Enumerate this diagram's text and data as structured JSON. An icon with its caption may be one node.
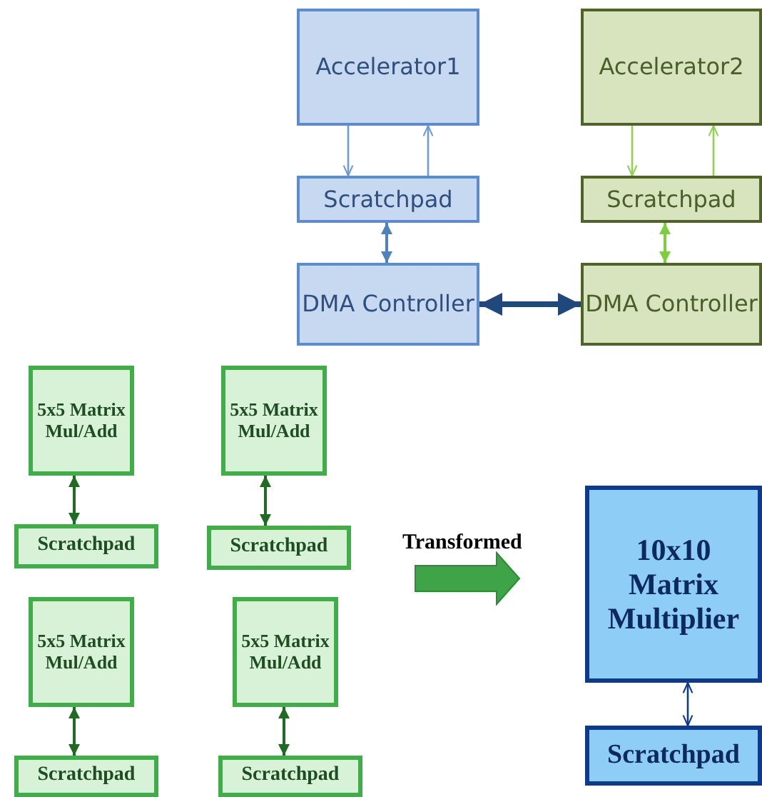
{
  "diagram": {
    "nodes": [
      {
        "text": [
          "Accelerator1"
        ]
      },
      {
        "text": [
          "Scratchpad"
        ]
      },
      {
        "text": [
          "DMA Controller"
        ]
      },
      {
        "text": [
          "Accelerator2"
        ]
      },
      {
        "text": [
          "Scratchpad"
        ]
      },
      {
        "text": [
          "DMA Controller"
        ]
      },
      {
        "text": [
          "5x5 Matrix Mul/Add"
        ]
      },
      {
        "text": [
          "Scratchpad"
        ]
      },
      {
        "text": [
          "5x5 Matrix Mul/Add"
        ]
      },
      {
        "text": [
          "Scratchpad"
        ]
      },
      {
        "text": [
          "5x5 Matrix Mul/Add"
        ]
      },
      {
        "text": [
          "Scratchpad"
        ]
      },
      {
        "text": [
          "5x5 Matrix Mul/Add"
        ]
      },
      {
        "text": [
          "Scratchpad"
        ]
      },
      {
        "text": [
          "10x10 Matrix Multiplier"
        ]
      },
      {
        "text": [
          "Scratchpad"
        ]
      }
    ],
    "edges": [
      {
        "from": 0,
        "to": 1,
        "arrow": "to",
        "color": "#6f9bd6"
      },
      {
        "from": 1,
        "to": 0,
        "arrow": "to",
        "color": "#6f9bd6"
      },
      {
        "from": 1,
        "to": 2,
        "arrow": "both",
        "color": "#4f81bd"
      },
      {
        "from": 2,
        "to": 5,
        "arrow": "both",
        "style": "thick",
        "color": "#1f497d"
      },
      {
        "from": 3,
        "to": 4,
        "arrow": "to",
        "color": "#92d050"
      },
      {
        "from": 4,
        "to": 3,
        "arrow": "to",
        "color": "#92d050"
      },
      {
        "from": 4,
        "to": 5,
        "arrow": "both",
        "color": "#7ccf3c"
      },
      {
        "from": 6,
        "to": 7,
        "arrow": "both",
        "color": "#1e6b23"
      },
      {
        "from": 8,
        "to": 9,
        "arrow": "both",
        "color": "#1e6b23"
      },
      {
        "from": 10,
        "to": 11,
        "arrow": "both",
        "color": "#1e6b23"
      },
      {
        "from": 12,
        "to": 13,
        "arrow": "both",
        "color": "#1e6b23"
      },
      {
        "from": 14,
        "to": 15,
        "arrow": "both",
        "color": "#0d3a8a"
      }
    ],
    "labels": [
      "Transformed"
    ]
  }
}
